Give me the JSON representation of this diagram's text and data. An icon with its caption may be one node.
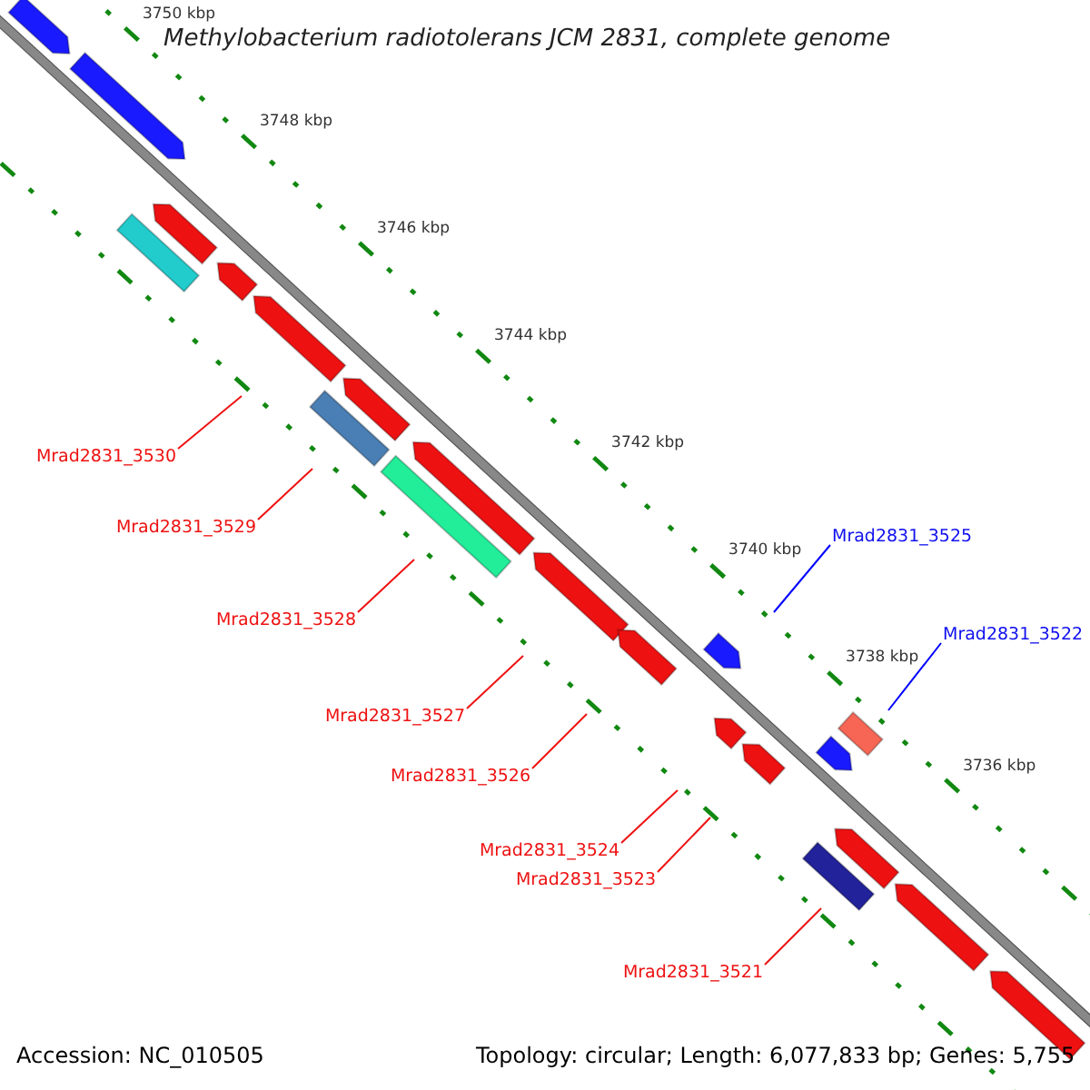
{
  "diagram": {
    "title": "Methylobacterium radiotolerans JCM 2831, complete genome",
    "nodes": [
      {
        "text": [
          "Mrad2831_3530"
        ]
      },
      {
        "text": [
          "Mrad2831_3529"
        ]
      },
      {
        "text": [
          "Mrad2831_3525"
        ]
      },
      {
        "text": [
          "Mrad2831_3528"
        ]
      },
      {
        "text": [
          "Mrad2831_3522"
        ]
      },
      {
        "text": [
          "Mrad2831_3527"
        ]
      },
      {
        "text": [
          "Mrad2831_3526"
        ]
      },
      {
        "text": [
          "Mrad2831_3524"
        ]
      },
      {
        "text": [
          "Mrad2831_3523"
        ]
      },
      {
        "text": [
          "Mrad2831_3521"
        ]
      }
    ],
    "edges": [
      {
        "from": 0,
        "to": null,
        "arrow": "none"
      },
      {
        "from": 1,
        "to": null,
        "arrow": "none"
      },
      {
        "from": 2,
        "to": null,
        "arrow": "none",
        "color": "#0000ff"
      },
      {
        "from": 3,
        "to": null,
        "arrow": "none"
      },
      {
        "from": 4,
        "to": null,
        "arrow": "none",
        "color": "#0000ff"
      },
      {
        "from": 5,
        "to": null,
        "arrow": "none"
      },
      {
        "from": 6,
        "to": null,
        "arrow": "none"
      },
      {
        "from": 7,
        "to": null,
        "arrow": "none"
      },
      {
        "from": 8,
        "to": null,
        "arrow": "none"
      },
      {
        "from": 9,
        "to": null,
        "arrow": "none"
      }
    ],
    "labels": [
      "3750 kbp",
      "3748 kbp",
      "3746 kbp",
      "3744 kbp",
      "3742 kbp",
      "3740 kbp",
      "3738 kbp",
      "3736 kbp",
      "Accession: NC_010505",
      "Topology: circular; Length: 6,077,833 bp; Genes: 5,755"
    ]
  }
}
